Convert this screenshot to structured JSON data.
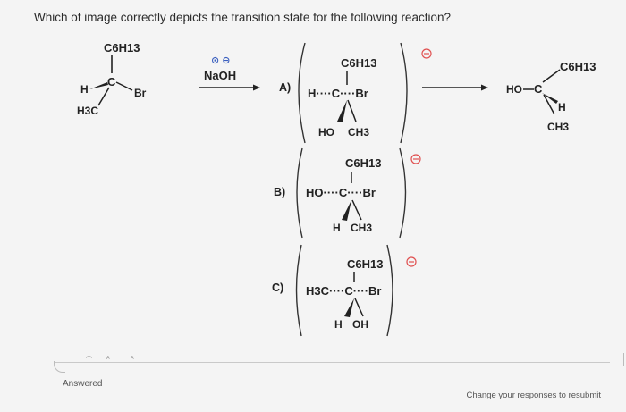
{
  "question": {
    "text": "Which of image correctly depicts the transition state for the following reaction?"
  },
  "reactant": {
    "top": "C6H13",
    "center": "C",
    "left_h": "H",
    "right": "Br",
    "bottom_left": "H3C"
  },
  "reagent": {
    "charges": "⊙ ⊖",
    "name": "NaOH"
  },
  "product": {
    "top": "C6H13",
    "left": "HO",
    "center": "C",
    "h": "H",
    "bottom": "CH3"
  },
  "options": [
    {
      "letter": "A)",
      "top": "C6H13",
      "row": "H····C····Br",
      "bottom_left": "HO",
      "bottom_right": "CH3",
      "charge": "⊖"
    },
    {
      "letter": "B)",
      "top": "C6H13",
      "row": "HO····C····Br",
      "bottom_left": "H",
      "bottom_right": "CH3",
      "charge": "⊖"
    },
    {
      "letter": "C)",
      "top": "C6H13",
      "row": "H3C····C····Br",
      "bottom_left": "H",
      "bottom_right": "OH",
      "charge": "⊖"
    }
  ],
  "status": {
    "answered": "Answered",
    "resubmit": "Change your responses to resubmit"
  }
}
